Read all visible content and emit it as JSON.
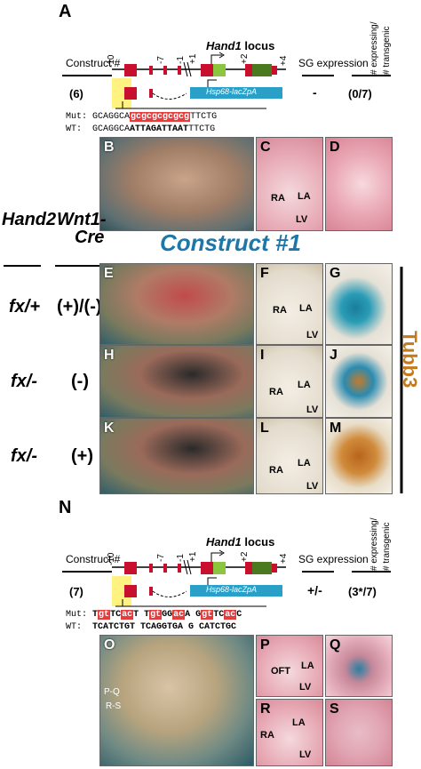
{
  "panel_a": {
    "letter": "A",
    "construct_header": "Construct #",
    "locus_title_gene": "Hand1",
    "locus_title_rest": " locus",
    "sg_header": "SG expression",
    "expressing_header_1": "# expressing/",
    "expressing_header_2": "# transgenic",
    "markers": [
      "-10",
      "-7",
      "-1",
      "+1",
      "+2",
      "+4"
    ],
    "construct_number": "(6)",
    "reporter_label": "Hsp68-lacZpA",
    "sg_value": "-",
    "expressing_value": "(0/7)",
    "mut_label": "Mut:",
    "mut_prefix": "GCAGGCA",
    "mut_mutated": "gcgcgcgcgcg",
    "mut_suffix": "TTCTG",
    "wt_label": "WT:",
    "wt_prefix": "GCAGGCA",
    "wt_bold": "ATTAGATTAAT",
    "wt_suffix": "TTCTG"
  },
  "panel_b_row": {
    "b": "B",
    "c": "C",
    "d": "D",
    "c_labels": [
      "RA",
      "LA",
      "LV"
    ]
  },
  "middle": {
    "hand2_header": "Hand2",
    "wnt1_header_1": "Wnt1-",
    "wnt1_header_2": "Cre",
    "construct_title": "Construct #1",
    "tubb3_label": "Tubb3",
    "rows": [
      {
        "genotype": "fx/+",
        "cre": "(+)/(-)",
        "letters": [
          "E",
          "F",
          "G"
        ]
      },
      {
        "genotype": "fx/-",
        "cre": "(-)",
        "letters": [
          "H",
          "I",
          "J"
        ]
      },
      {
        "genotype": "fx/-",
        "cre": "(+)",
        "letters": [
          "K",
          "L",
          "M"
        ]
      }
    ],
    "section_labels": [
      "RA",
      "LA",
      "LV"
    ]
  },
  "panel_n": {
    "letter": "N",
    "construct_header": "Construct #",
    "locus_title_gene": "Hand1",
    "locus_title_rest": " locus",
    "sg_header": "SG expression",
    "expressing_header_1": "# expressing/",
    "expressing_header_2": "# transgenic",
    "markers": [
      "-10",
      "-7",
      "-1",
      "+1",
      "+2",
      "+4"
    ],
    "construct_number": "(7)",
    "reporter_label": "Hsp68-lacZpA",
    "sg_value": "+/-",
    "expressing_value": "(3*/7)",
    "mut_label": "Mut:",
    "wt_label": "WT:",
    "mut_segments": [
      {
        "t": "T",
        "m": false
      },
      {
        "t": "gt",
        "m": true
      },
      {
        "t": "TC",
        "m": false
      },
      {
        "t": "ac",
        "m": true
      },
      {
        "t": "T T",
        "m": false
      },
      {
        "t": "gt",
        "m": true
      },
      {
        "t": "GG",
        "m": false
      },
      {
        "t": "ac",
        "m": true
      },
      {
        "t": "A G",
        "m": false
      },
      {
        "t": "gt",
        "m": true
      },
      {
        "t": "TC",
        "m": false
      },
      {
        "t": "ac",
        "m": true
      },
      {
        "t": "C",
        "m": false
      }
    ],
    "wt_text": "TCATCTGT TCAGGTGA G CATCTGC"
  },
  "panel_o_row": {
    "o": "O",
    "p": "P",
    "q": "Q",
    "r": "R",
    "s": "S",
    "o_labels": [
      "P-Q",
      "R-S"
    ],
    "p_labels": [
      "OFT",
      "LA",
      "LV"
    ],
    "r_labels": [
      "RA",
      "LA",
      "LV"
    ]
  }
}
